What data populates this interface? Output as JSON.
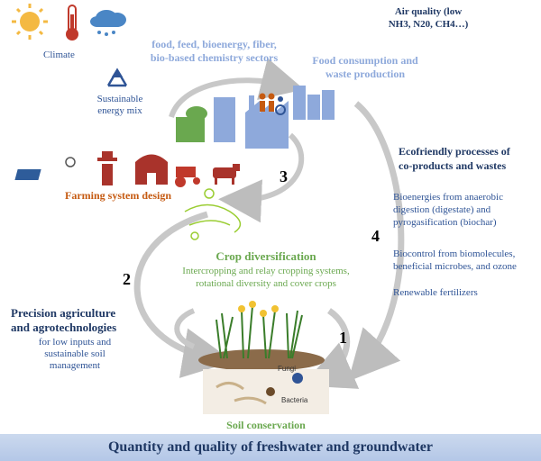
{
  "climate": {
    "label": "Climate"
  },
  "air_quality": {
    "line1": "Air quality (low",
    "line2": "NH3, N20, CH4…)"
  },
  "sectors": {
    "line1": "food, feed, bioenergy, fiber,",
    "line2": "bio-based chemistry sectors"
  },
  "food_consumption": {
    "line1": "Food consumption and",
    "line2": "waste production"
  },
  "energy_mix": {
    "line1": "Sustainable",
    "line2": "energy mix"
  },
  "ecofriendly": {
    "title1": "Ecofriendly processes of",
    "title2": "co-products and wastes",
    "item1_l1": "Bioenergies from anaerobic",
    "item1_l2": "digestion (digestate) and",
    "item1_l3": "pyrogasification (biochar)",
    "item2_l1": "Biocontrol from biomolecules,",
    "item2_l2": "beneficial microbes, and ozone",
    "item3": "Renewable fertilizers"
  },
  "farming": {
    "label": "Farming system design"
  },
  "crop": {
    "title": "Crop diversification",
    "line1": "Intercropping and relay cropping systems,",
    "line2": "rotational diversity and cover crops"
  },
  "precision": {
    "title1": "Precision agriculture",
    "title2": "and agrotechnologies",
    "line1": "for low inputs and",
    "line2": "sustainable soil",
    "line3": "management"
  },
  "soil": {
    "label": "Soil conservation",
    "fungi": "Fungi",
    "bacteria": "Bacteria"
  },
  "numbers": {
    "n1": "1",
    "n2": "2",
    "n3": "3",
    "n4": "4"
  },
  "bottom": {
    "label": "Quantity and quality of freshwater and groundwater"
  },
  "colors": {
    "dark_blue": "#1f3864",
    "light_blue": "#8ea9db",
    "green": "#6aa84f",
    "orange": "#c55a11",
    "farm_red": "#a9332b",
    "sun": "#f4b942",
    "arrow_grey": "#c8c8c8",
    "bar": "#b4c7e7"
  },
  "icons": [
    "sun-icon",
    "thermometer-icon",
    "rain-cloud-icon",
    "recycle-icon",
    "factory-icon",
    "people-icon",
    "city-icon",
    "solar-panel-icon",
    "farmer-icon",
    "barn-icon",
    "tractor-icon",
    "cow-icon",
    "landscape-icon",
    "plants-icon"
  ]
}
